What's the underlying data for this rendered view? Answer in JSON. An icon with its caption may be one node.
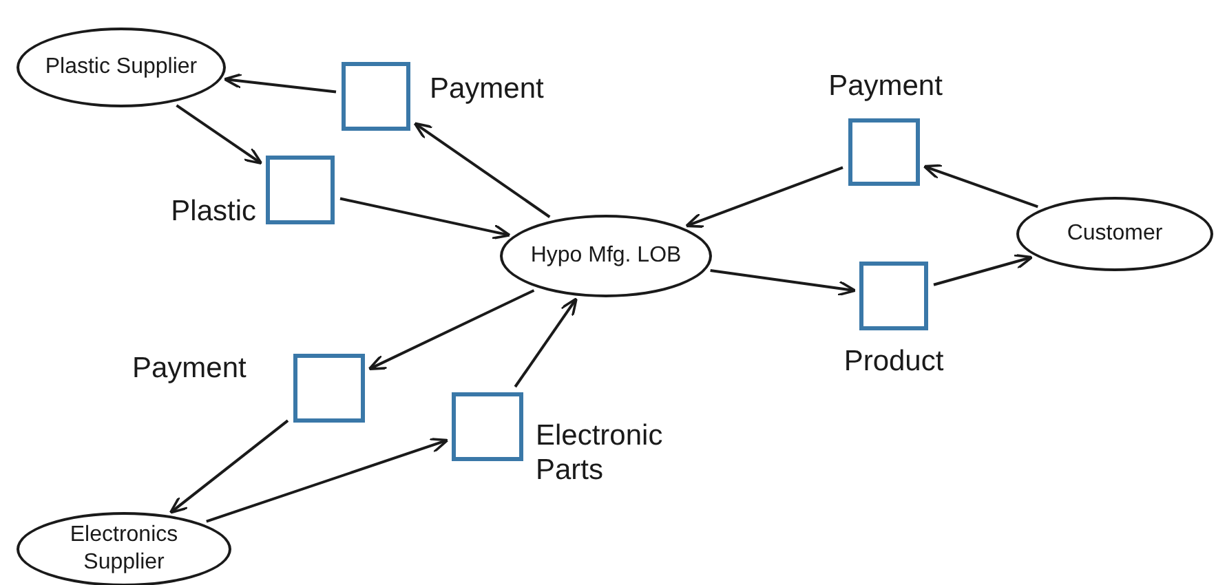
{
  "diagram": {
    "nodes": [
      {
        "text": [
          "Plastic Supplier"
        ]
      },
      {
        "text": [],
        "shape": "box",
        "beside": [
          "Payment"
        ]
      },
      {
        "text": [],
        "shape": "box",
        "beside": [
          "Plastic"
        ]
      },
      {
        "text": [
          "Hypo Mfg. LOB"
        ]
      },
      {
        "text": [],
        "shape": "box",
        "beside": [
          "Payment"
        ]
      },
      {
        "text": [
          "Customer"
        ]
      },
      {
        "text": [],
        "shape": "box",
        "beside": [
          "Product"
        ]
      },
      {
        "text": [],
        "shape": "box",
        "beside": [
          "Payment"
        ]
      },
      {
        "text": [],
        "shape": "box",
        "beside": [
          "Electronic Parts"
        ]
      },
      {
        "text": [
          "Electronics Supplier"
        ]
      }
    ],
    "edges": [
      {
        "from": 3,
        "to": 1,
        "arrow": "to"
      },
      {
        "from": 1,
        "to": 0,
        "arrow": "to"
      },
      {
        "from": 0,
        "to": 2,
        "arrow": "to"
      },
      {
        "from": 2,
        "to": 3,
        "arrow": "to"
      },
      {
        "from": 5,
        "to": 4,
        "arrow": "to"
      },
      {
        "from": 4,
        "to": 3,
        "arrow": "to"
      },
      {
        "from": 3,
        "to": 6,
        "arrow": "to"
      },
      {
        "from": 6,
        "to": 5,
        "arrow": "to"
      },
      {
        "from": 3,
        "to": 7,
        "arrow": "to"
      },
      {
        "from": 7,
        "to": 9,
        "arrow": "to"
      },
      {
        "from": 9,
        "to": 8,
        "arrow": "to"
      },
      {
        "from": 8,
        "to": 3,
        "arrow": "to"
      }
    ]
  }
}
